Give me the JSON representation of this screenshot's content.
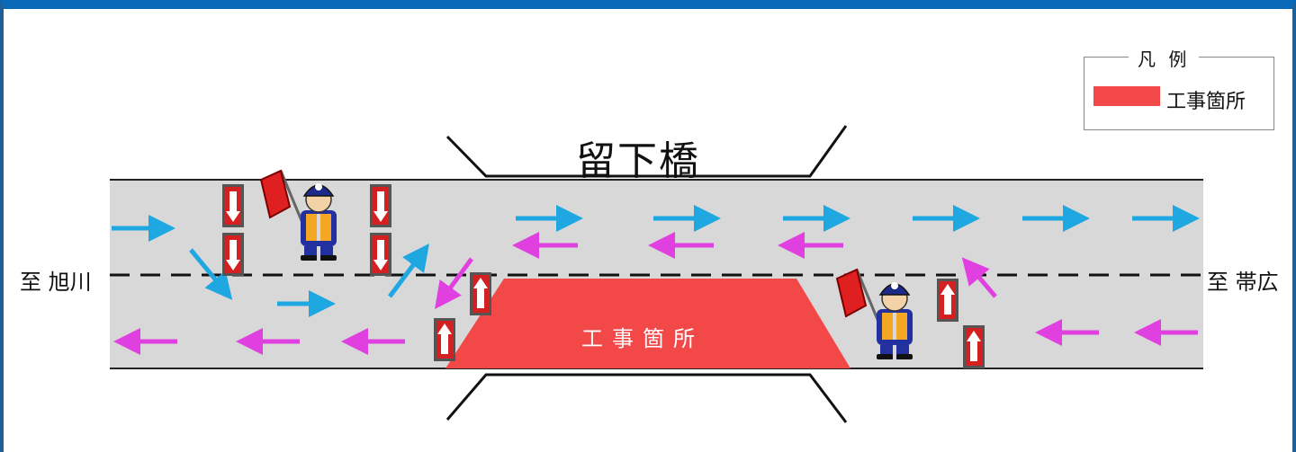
{
  "bridge_name": "留下橋",
  "direction_left": "至 旭川",
  "direction_right": "至 帯広",
  "construction_label": "工事箇所",
  "legend": {
    "title": "凡 例",
    "item_label": "工事箇所"
  },
  "colors": {
    "frame": "#0a6ab8",
    "road": "#d8d8d8",
    "construction": "#f24848",
    "arrow_eastbound": "#1ea7e1",
    "arrow_westbound": "#e040e0",
    "sign_red": "#d42020"
  },
  "icons": [
    "flagger-icon",
    "one-way-arrow-sign-icon"
  ]
}
